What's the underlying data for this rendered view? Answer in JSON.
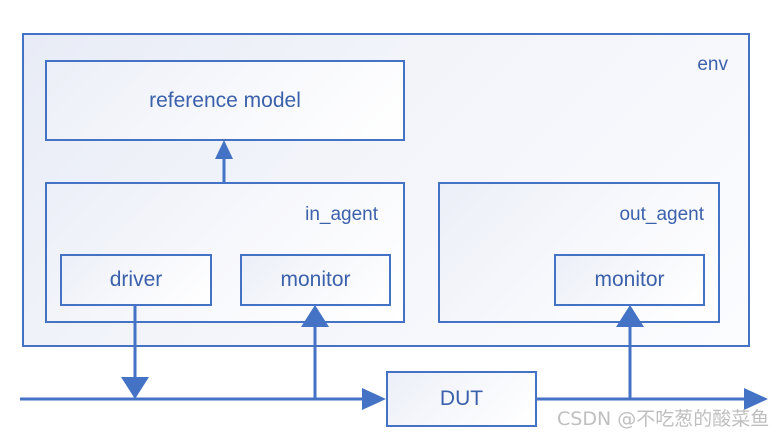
{
  "diagram": {
    "title": "UVM verification environment block diagram",
    "colors": {
      "border": "#4472C4",
      "text": "#3C61AB",
      "arrow": "#4472C4",
      "watermark": "#bfbfbf",
      "background": "#ffffff"
    },
    "blocks": [
      {
        "id": "env",
        "label": "env",
        "label_position": "top-right"
      },
      {
        "id": "reference_model",
        "label": "reference model",
        "label_position": "center"
      },
      {
        "id": "in_agent",
        "label": "in_agent",
        "label_position": "top-right"
      },
      {
        "id": "out_agent",
        "label": "out_agent",
        "label_position": "top-right"
      },
      {
        "id": "in_driver",
        "label": "driver",
        "label_position": "center"
      },
      {
        "id": "in_monitor",
        "label": "monitor",
        "label_position": "center"
      },
      {
        "id": "out_monitor",
        "label": "monitor",
        "label_position": "center"
      },
      {
        "id": "dut",
        "label": "DUT",
        "label_position": "center"
      }
    ],
    "connections": [
      {
        "from": "in_agent",
        "to": "reference_model",
        "direction": "up"
      },
      {
        "from": "in_driver",
        "to": "bus_in",
        "direction": "down"
      },
      {
        "from": "bus_in",
        "to": "in_monitor",
        "direction": "up"
      },
      {
        "from": "bus_out",
        "to": "out_monitor",
        "direction": "up"
      },
      {
        "from": "bus_in",
        "to": "dut",
        "direction": "right"
      },
      {
        "from": "dut",
        "to": "bus_out",
        "direction": "right"
      }
    ]
  },
  "watermark": {
    "text": "CSDN @不吃葱的酸菜鱼"
  }
}
